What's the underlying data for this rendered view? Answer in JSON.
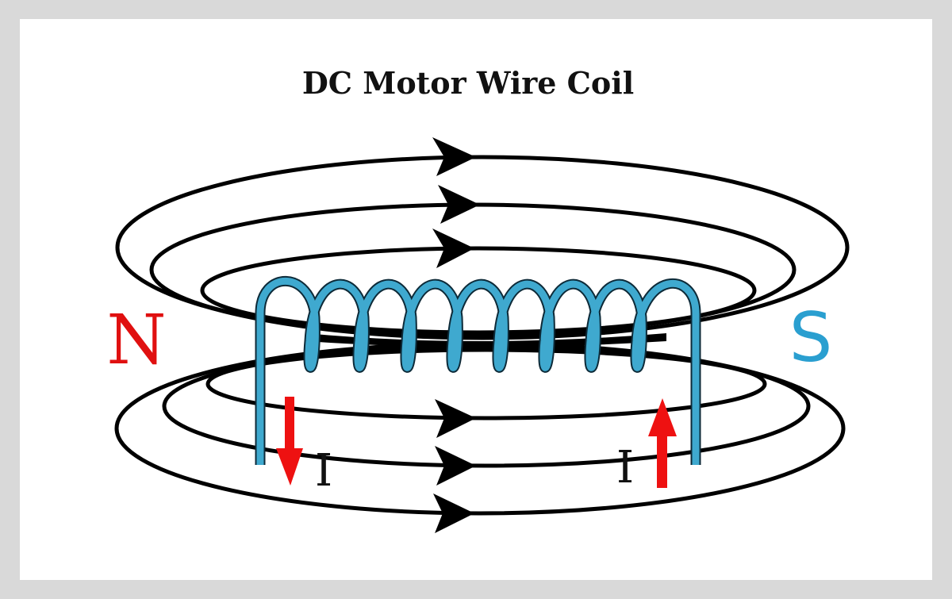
{
  "diagram": {
    "title": "DC Motor Wire Coil",
    "poles": {
      "north": {
        "label": "N",
        "color": "#e01010"
      },
      "south": {
        "label": "S",
        "color": "#2a9fd0"
      }
    },
    "current": {
      "left": {
        "label": "I",
        "direction": "down",
        "color": "#ee1111"
      },
      "right": {
        "label": "I",
        "direction": "up",
        "color": "#ee1111"
      }
    },
    "coil": {
      "turns": 9,
      "color": "#3fa9cf"
    },
    "field_lines": {
      "upper_count": 3,
      "lower_count": 3,
      "arrow_direction": "right",
      "color": "#000000"
    },
    "frame_color": "#d9d9d9"
  }
}
